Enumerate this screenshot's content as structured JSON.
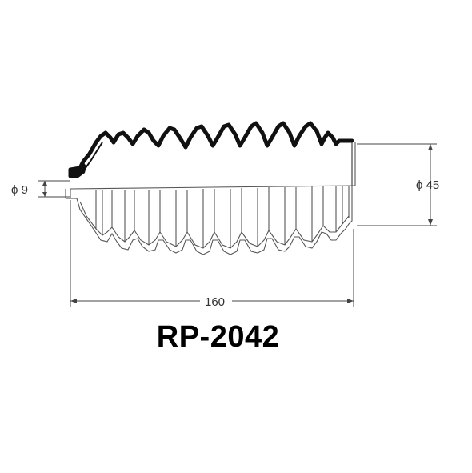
{
  "diagram": {
    "part_number": "RP-2042",
    "dimensions": {
      "small_diameter": "ϕ 9",
      "large_diameter": "ϕ 45",
      "length": "160"
    },
    "colors": {
      "profile_outline": "#111111",
      "section_line": "#555555",
      "dimension_line": "#444444",
      "text": "#000000"
    }
  }
}
